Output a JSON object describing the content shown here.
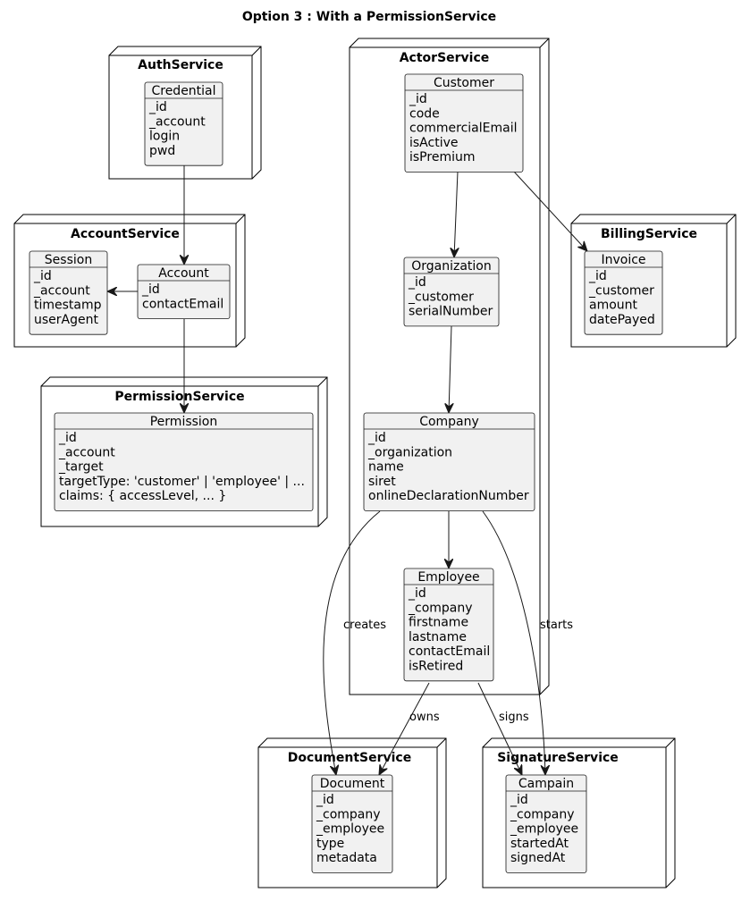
{
  "title": "Option 3 : With a PermissionService",
  "nodes": {
    "auth": "AuthService",
    "account": "AccountService",
    "permission": "PermissionService",
    "actor": "ActorService",
    "billing": "BillingService",
    "document": "DocumentService",
    "signature": "SignatureService"
  },
  "objects": {
    "credential": {
      "name": "Credential",
      "fields": [
        "_id",
        "_account",
        "login",
        "pwd"
      ]
    },
    "session": {
      "name": "Session",
      "fields": [
        "_id",
        "_account",
        "timestamp",
        "userAgent"
      ]
    },
    "account": {
      "name": "Account",
      "fields": [
        "_id",
        "contactEmail"
      ]
    },
    "permission": {
      "name": "Permission",
      "fields": [
        "_id",
        "_account",
        "_target",
        "targetType: 'customer' | 'employee' | ...",
        "claims: { accessLevel, ... }"
      ]
    },
    "customer": {
      "name": "Customer",
      "fields": [
        "_id",
        "code",
        "commercialEmail",
        "isActive",
        "isPremium"
      ]
    },
    "organization": {
      "name": "Organization",
      "fields": [
        "_id",
        "_customer",
        "serialNumber"
      ]
    },
    "company": {
      "name": "Company",
      "fields": [
        "_id",
        "_organization",
        "name",
        "siret",
        "onlineDeclarationNumber"
      ]
    },
    "employee": {
      "name": "Employee",
      "fields": [
        "_id",
        "_company",
        "firstname",
        "lastname",
        "contactEmail",
        "isRetired"
      ]
    },
    "invoice": {
      "name": "Invoice",
      "fields": [
        "_id",
        "_customer",
        "amount",
        "datePayed"
      ]
    },
    "document": {
      "name": "Document",
      "fields": [
        "_id",
        "_company",
        "_employee",
        "type",
        "metadata"
      ]
    },
    "campaign": {
      "name": "Campain",
      "fields": [
        "_id",
        "_company",
        "_employee",
        "startedAt",
        "signedAt"
      ]
    }
  },
  "edge_labels": {
    "creates": "creates",
    "starts": "starts",
    "owns": "owns",
    "signs": "signs"
  }
}
